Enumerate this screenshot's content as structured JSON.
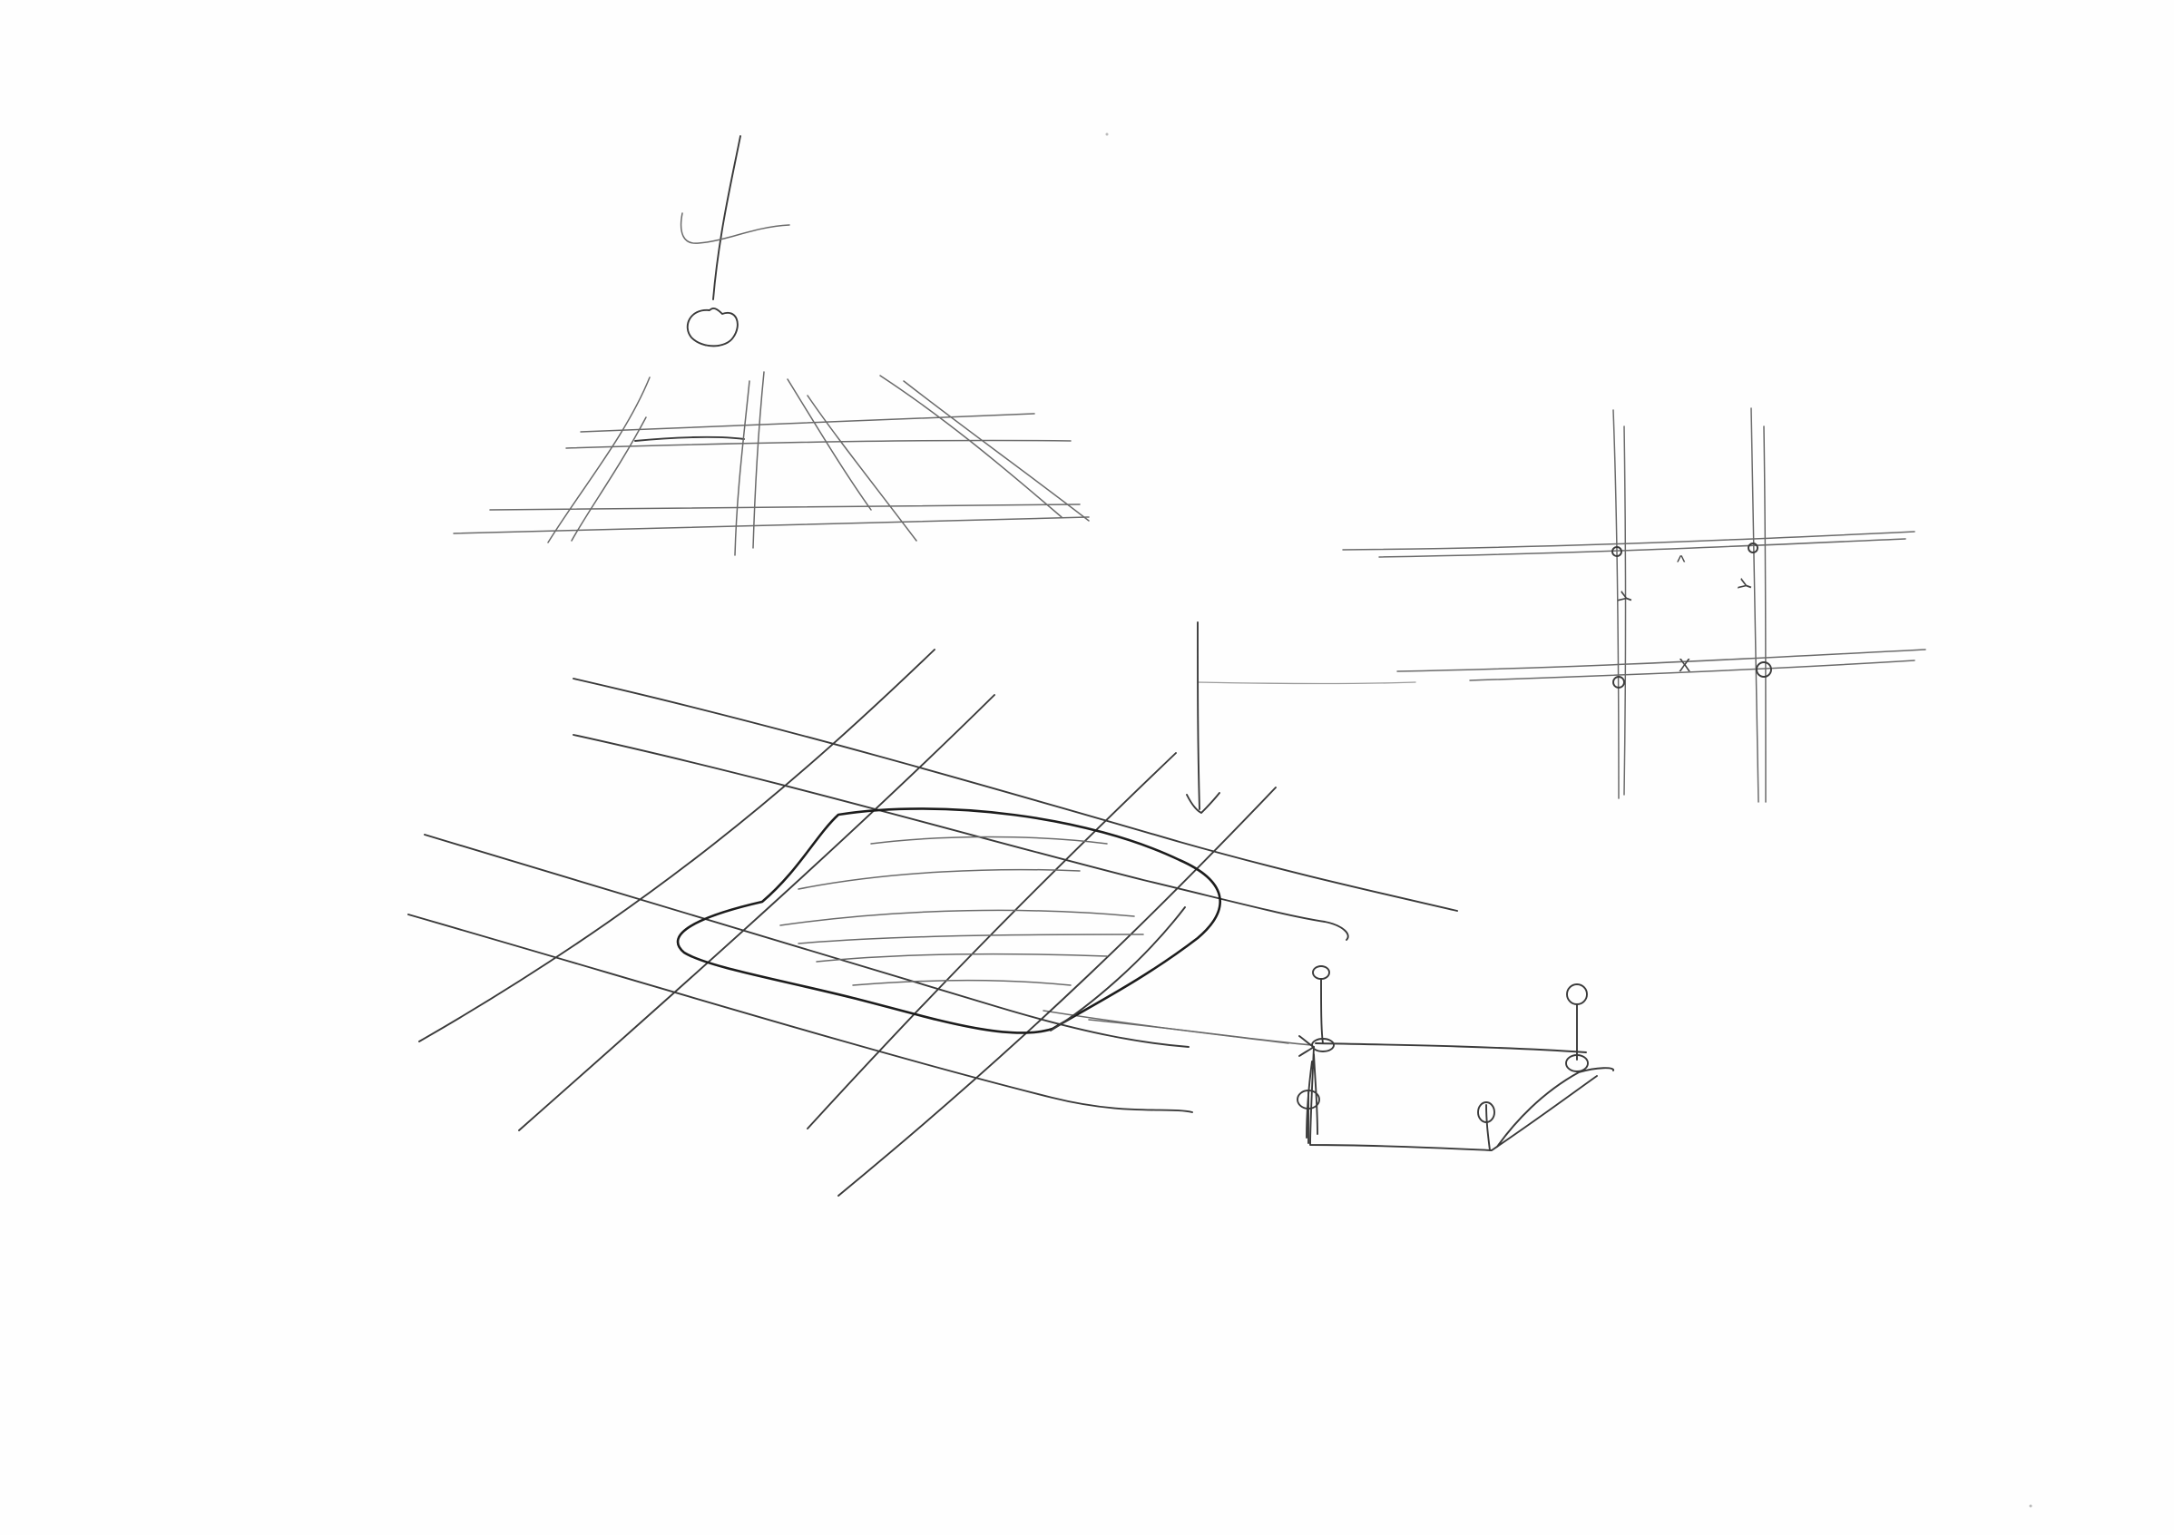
{
  "sketch": {
    "ink_color": "#1c1c1c",
    "paper_color": "#fefefe",
    "grid_marks": {
      "top_edge": "^",
      "left_edge": "Y",
      "right_edge": "Y",
      "bottom_edge": "X"
    }
  }
}
